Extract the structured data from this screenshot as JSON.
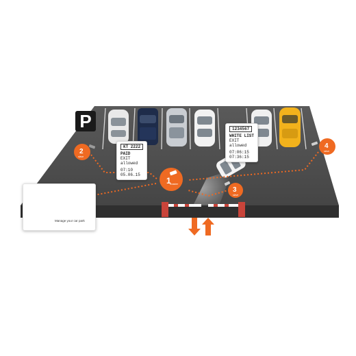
{
  "parking_sign": {
    "letter": "P"
  },
  "cameras": [
    {
      "number": "1",
      "role": "master"
    },
    {
      "number": "2",
      "role": "slave"
    },
    {
      "number": "3",
      "role": "slave"
    },
    {
      "number": "4",
      "role": "slave"
    }
  ],
  "card_left": {
    "plate": "KT 2222",
    "status": "PAID",
    "exit_line1": "EXIT",
    "exit_line2": "allowed",
    "time": "07:10",
    "date": "05.06.15"
  },
  "card_right": {
    "plate": "1234567",
    "status": "WHITE LIST",
    "exit_line1": "EXIT",
    "exit_line2": "allowed",
    "time": "07:06:15",
    "date": "07:36:15"
  },
  "manage_box": {
    "caption": "Manage your car park"
  },
  "colors": {
    "accent": "#ef6a22",
    "lot": "#4a4a4a",
    "lot_edge": "#2f2f2f",
    "barrier_red": "#c9443a"
  },
  "icons": {
    "camera": "cctv-camera-icon",
    "cloud": "cloud-icon",
    "phone": "mobile-phone-icon",
    "laptop": "laptop-icon",
    "device": "server-icon",
    "arrows": "entry-exit-arrows-icon"
  }
}
